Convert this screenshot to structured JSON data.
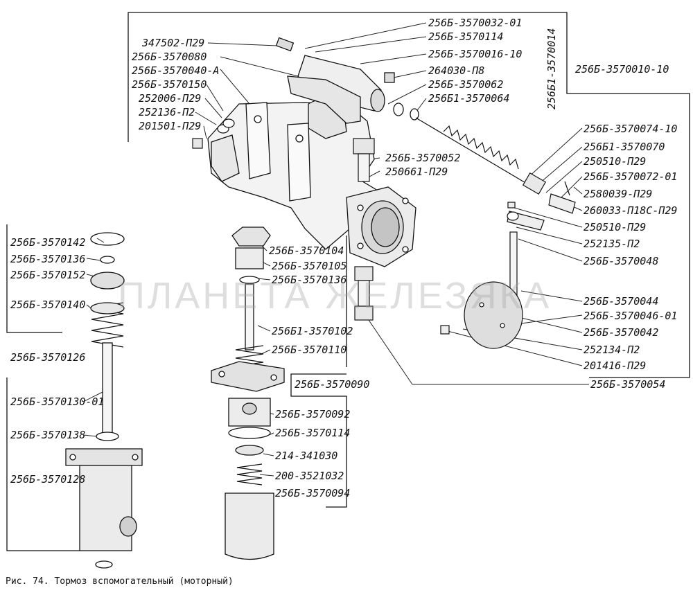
{
  "caption": "Рис. 74. Тормоз вспомогательный (моторный)",
  "watermark": "ПЛАНЕТА ЖЕЛЕЗЯКА",
  "labels": {
    "a01": "256Б-3570032-01",
    "a02": "256Б-3570114",
    "a03": "256Б-3570016-10",
    "a04": "264030-П8",
    "a05": "256Б-3570062",
    "a06": "256Б1-3570064",
    "a07": "256Б1-3570014",
    "a08": "256Б-3570010-10",
    "b01": "347502-П29",
    "b02": "256Б-3570080",
    "b03": "256Б-3570040-А",
    "b04": "256Б-3570150",
    "b05": "252006-П29",
    "b06": "252136-П2",
    "b07": "201501-П29",
    "c01": "256Б-3570052",
    "c02": "250661-П29",
    "d01": "256Б-3570074-10",
    "d02": "256Б1-3570070",
    "d03": "250510-П29",
    "d04": "256Б-3570072-01",
    "d05": "2580039-П29",
    "d06": "260033-П18С-П29",
    "d07": "250510-П29",
    "d08": "252135-П2",
    "d09": "256Б-3570048",
    "d10": "256Б-3570044",
    "d11": "256Б-3570046-01",
    "d12": "256Б-3570042",
    "d13": "252134-П2",
    "d14": "201416-П29",
    "d15": "256Б-3570054",
    "e01": "256Б-3570142",
    "e02": "256Б-3570136",
    "e03": "256Б-3570152",
    "e04": "256Б-3570140",
    "e05": "256Б-3570126",
    "e06": "256Б-3570130-01",
    "e07": "256Б-3570138",
    "e08": "256Б-3570128",
    "f01": "256Б-3570104",
    "f02": "256Б-3570105",
    "f03": "256Б-3570136",
    "f04": "256Б1-3570102",
    "f05": "256Б-3570110",
    "f06": "256Б-3570090",
    "f07": "256Б-3570092",
    "f08": "256Б-3570114",
    "f09": "214-341030",
    "f10": "200-3521032",
    "f11": "256Б-3570094"
  }
}
